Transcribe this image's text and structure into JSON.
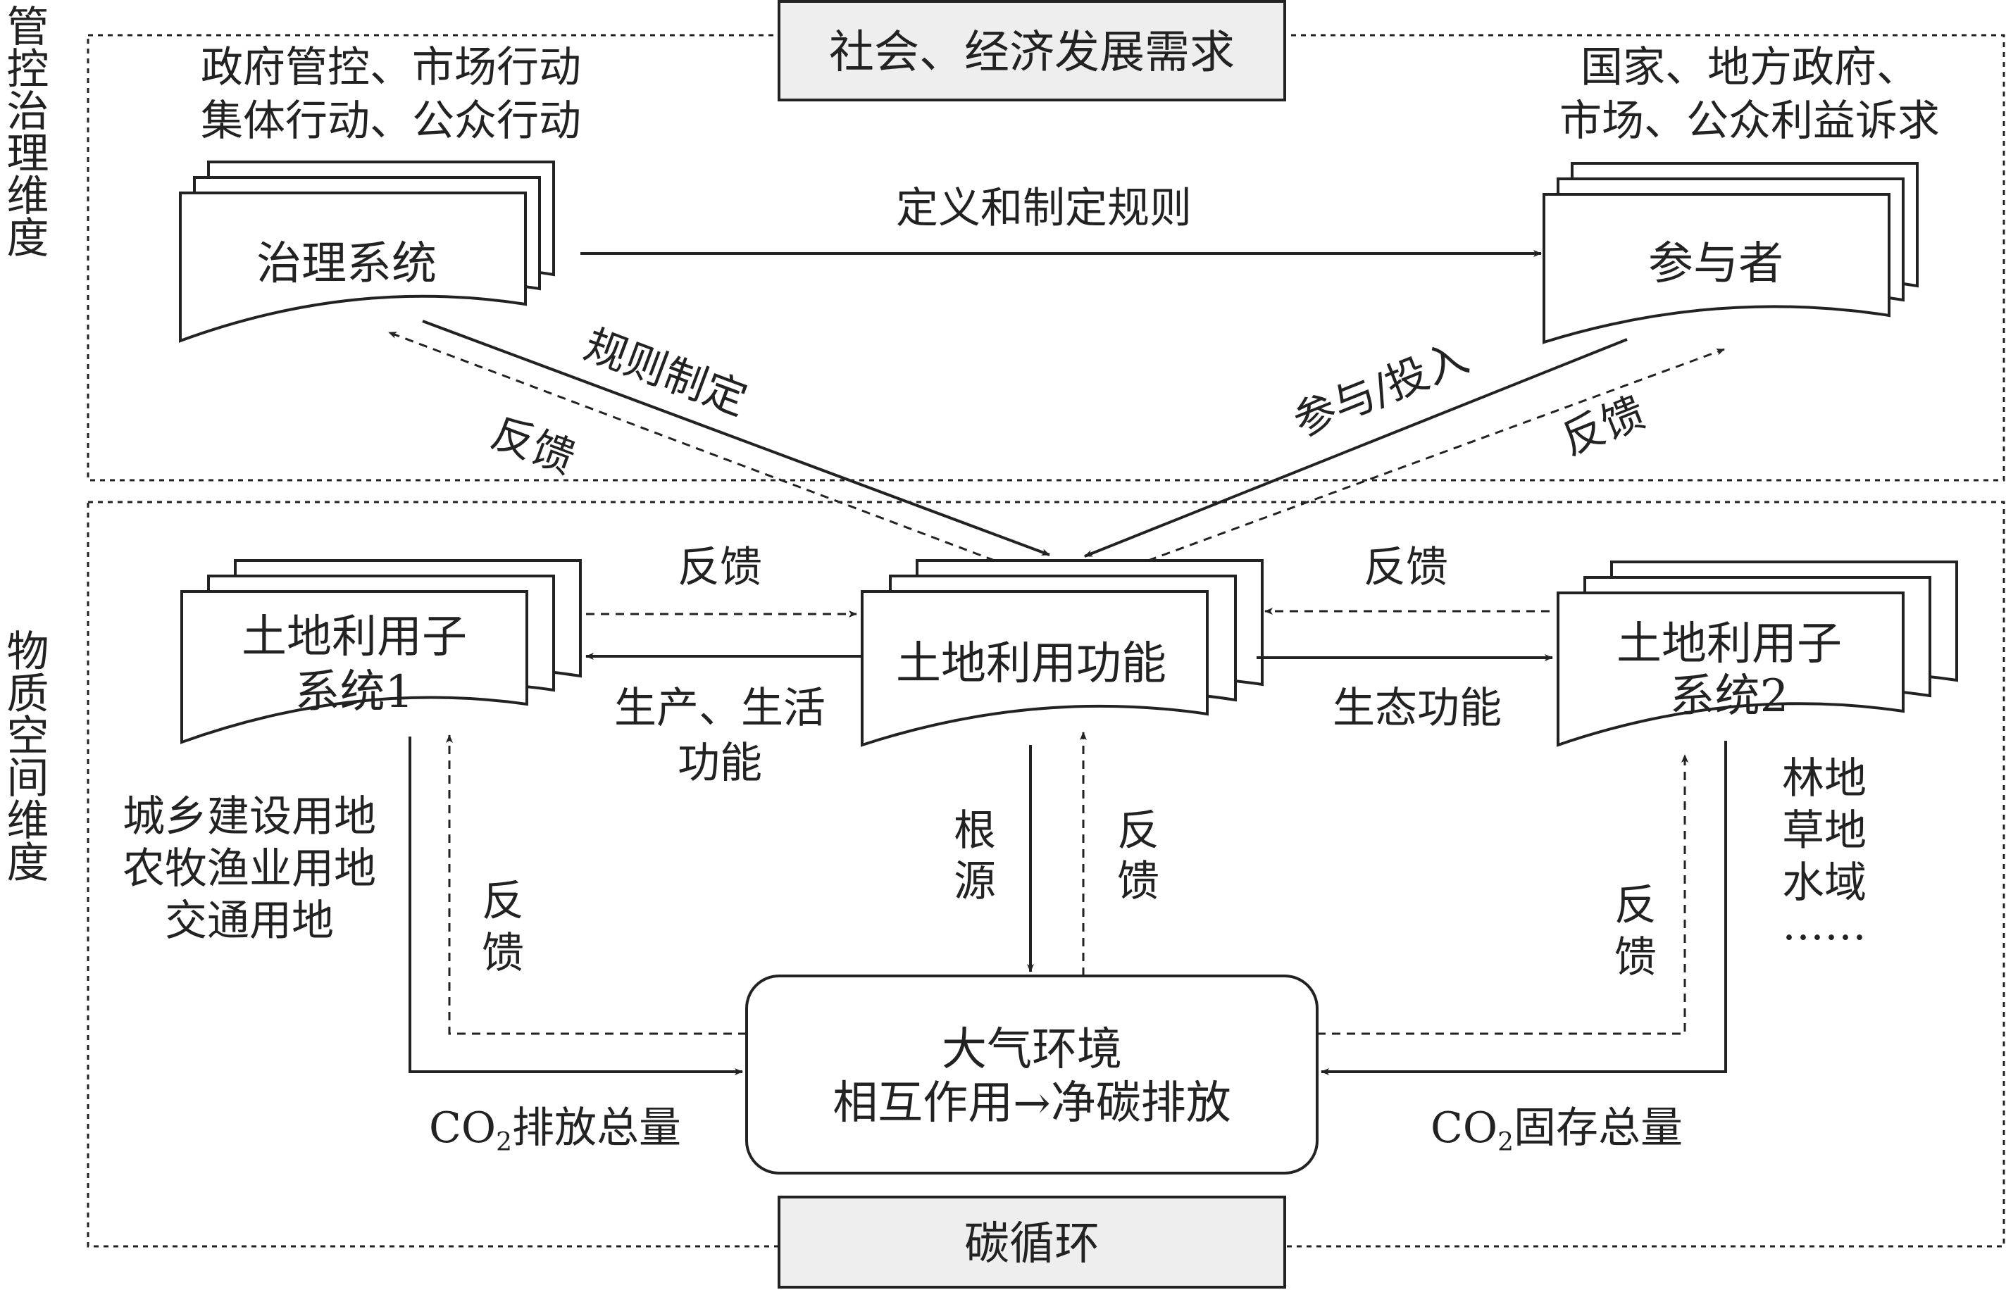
{
  "governance_dimension": {
    "side_label": "管控治理维度",
    "top_banner": "社会、经济发展需求",
    "governance_system": {
      "title": "治理系统",
      "caption_lines": [
        "政府管控、市场行动",
        "集体行动、公众行动"
      ]
    },
    "participants": {
      "title": "参与者",
      "caption_lines": [
        "国家、地方政府、",
        "市场、公众利益诉求"
      ]
    },
    "arrow_define_rules": "定义和制定规则",
    "arrow_rule_making": "规则制定",
    "arrow_feedback_left": "反馈",
    "arrow_participation": "参与/投入",
    "arrow_feedback_right": "反馈"
  },
  "physical_dimension": {
    "side_label": "物质空间维度",
    "bottom_banner": "碳循环",
    "land_use_function": {
      "title": "土地利用功能"
    },
    "subsystem_1": {
      "title_lines": [
        "土地利用子",
        "系统1"
      ],
      "land_types": [
        "城乡建设用地",
        "农牧渔业用地",
        "交通用地"
      ]
    },
    "subsystem_2": {
      "title_lines": [
        "土地利用子",
        "系统2"
      ],
      "land_types": [
        "林地",
        "草地",
        "水域",
        "……"
      ]
    },
    "atmosphere": {
      "line1": "大气环境",
      "line2": "相互作用→净碳排放"
    },
    "feedback_to_function_left": "反馈",
    "feedback_to_function_right": "反馈",
    "production_living_lines": [
      "生产、生活",
      "功能"
    ],
    "ecological_function": "生态功能",
    "root_source": [
      "根",
      "源"
    ],
    "feedback_from_atmosphere": [
      "反",
      "馈"
    ],
    "feedback_to_subsystem_1": [
      "反",
      "馈"
    ],
    "feedback_to_subsystem_2": [
      "反",
      "馈"
    ],
    "co2_emission": {
      "prefix": "CO",
      "subscript": "2",
      "suffix": "排放总量"
    },
    "co2_storage": {
      "prefix": "CO",
      "subscript": "2",
      "suffix": "固存总量"
    }
  }
}
